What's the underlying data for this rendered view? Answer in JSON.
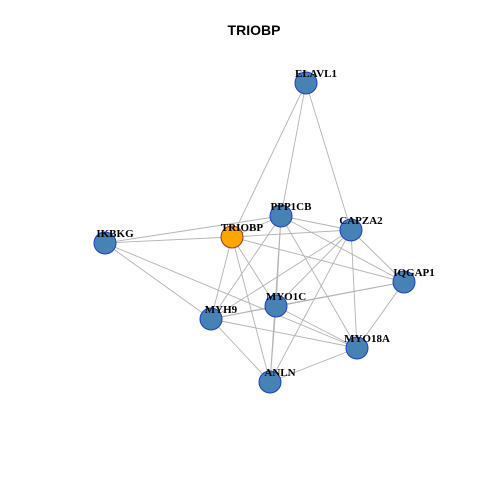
{
  "diagram": {
    "title": "TRIOBP",
    "colors": {
      "background": "#ffffff",
      "edge": "#b3b3b3",
      "node_fill": "#4682b4",
      "node_stroke": "#1f3bd1",
      "focus_fill": "#ffa500",
      "focus_stroke": "#8b3a3a"
    },
    "nodes": [
      {
        "id": "ELAVL1",
        "label": "ELAVL1",
        "focus": false
      },
      {
        "id": "PPP1CB",
        "label": "PPP1CB",
        "focus": false
      },
      {
        "id": "CAPZA2",
        "label": "CAPZA2",
        "focus": false
      },
      {
        "id": "TRIOBP",
        "label": "TRIOBP",
        "focus": true
      },
      {
        "id": "IKBKG",
        "label": "IKBKG",
        "focus": false
      },
      {
        "id": "IQGAP1",
        "label": "IQGAP1",
        "focus": false
      },
      {
        "id": "MYO1C",
        "label": "MYO1C",
        "focus": false
      },
      {
        "id": "MYH9",
        "label": "MYH9",
        "focus": false
      },
      {
        "id": "MYO18A",
        "label": "MYO18A",
        "focus": false
      },
      {
        "id": "ANLN",
        "label": "ANLN",
        "focus": false
      }
    ],
    "edges": [
      [
        "ELAVL1",
        "TRIOBP"
      ],
      [
        "ELAVL1",
        "PPP1CB"
      ],
      [
        "ELAVL1",
        "CAPZA2"
      ],
      [
        "IKBKG",
        "TRIOBP"
      ],
      [
        "IKBKG",
        "PPP1CB"
      ],
      [
        "IKBKG",
        "MYH9"
      ],
      [
        "IKBKG",
        "MYO18A"
      ],
      [
        "TRIOBP",
        "PPP1CB"
      ],
      [
        "TRIOBP",
        "CAPZA2"
      ],
      [
        "TRIOBP",
        "MYO1C"
      ],
      [
        "TRIOBP",
        "MYH9"
      ],
      [
        "TRIOBP",
        "ANLN"
      ],
      [
        "TRIOBP",
        "IQGAP1"
      ],
      [
        "PPP1CB",
        "CAPZA2"
      ],
      [
        "PPP1CB",
        "MYO1C"
      ],
      [
        "PPP1CB",
        "MYH9"
      ],
      [
        "PPP1CB",
        "ANLN"
      ],
      [
        "PPP1CB",
        "MYO18A"
      ],
      [
        "PPP1CB",
        "IQGAP1"
      ],
      [
        "CAPZA2",
        "IQGAP1"
      ],
      [
        "CAPZA2",
        "MYO1C"
      ],
      [
        "CAPZA2",
        "MYH9"
      ],
      [
        "CAPZA2",
        "ANLN"
      ],
      [
        "CAPZA2",
        "MYO18A"
      ],
      [
        "IQGAP1",
        "MYO1C"
      ],
      [
        "IQGAP1",
        "MYH9"
      ],
      [
        "IQGAP1",
        "MYO18A"
      ],
      [
        "MYO1C",
        "MYH9"
      ],
      [
        "MYO1C",
        "MYO18A"
      ],
      [
        "MYO1C",
        "ANLN"
      ],
      [
        "MYH9",
        "MYO18A"
      ],
      [
        "MYH9",
        "ANLN"
      ],
      [
        "MYO18A",
        "ANLN"
      ]
    ]
  }
}
